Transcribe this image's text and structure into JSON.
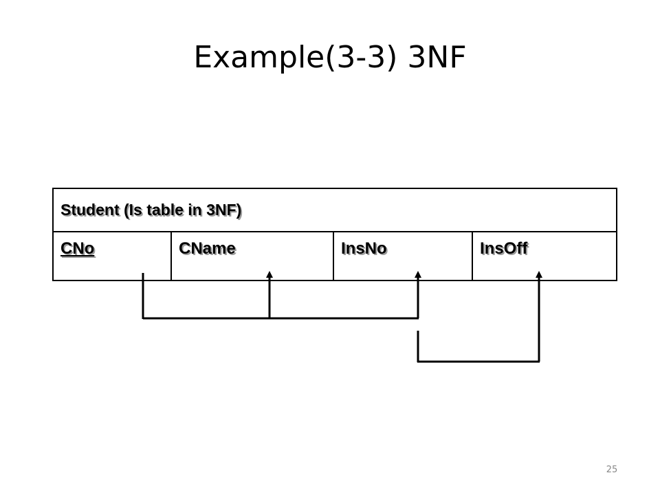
{
  "slide": {
    "title": "Example(3-3) 3NF",
    "page_number": "25"
  },
  "table": {
    "caption": "Student (Is table in 3NF)",
    "columns": [
      {
        "label": "CNo",
        "is_key": true
      },
      {
        "label": "CName",
        "is_key": false
      },
      {
        "label": "InsNo",
        "is_key": false
      },
      {
        "label": "InsOff",
        "is_key": false
      }
    ]
  },
  "dependencies": [
    {
      "from": [
        "CNo"
      ],
      "to": [
        "CName",
        "InsNo"
      ]
    },
    {
      "from": [
        "InsNo"
      ],
      "to": [
        "InsOff"
      ]
    }
  ]
}
